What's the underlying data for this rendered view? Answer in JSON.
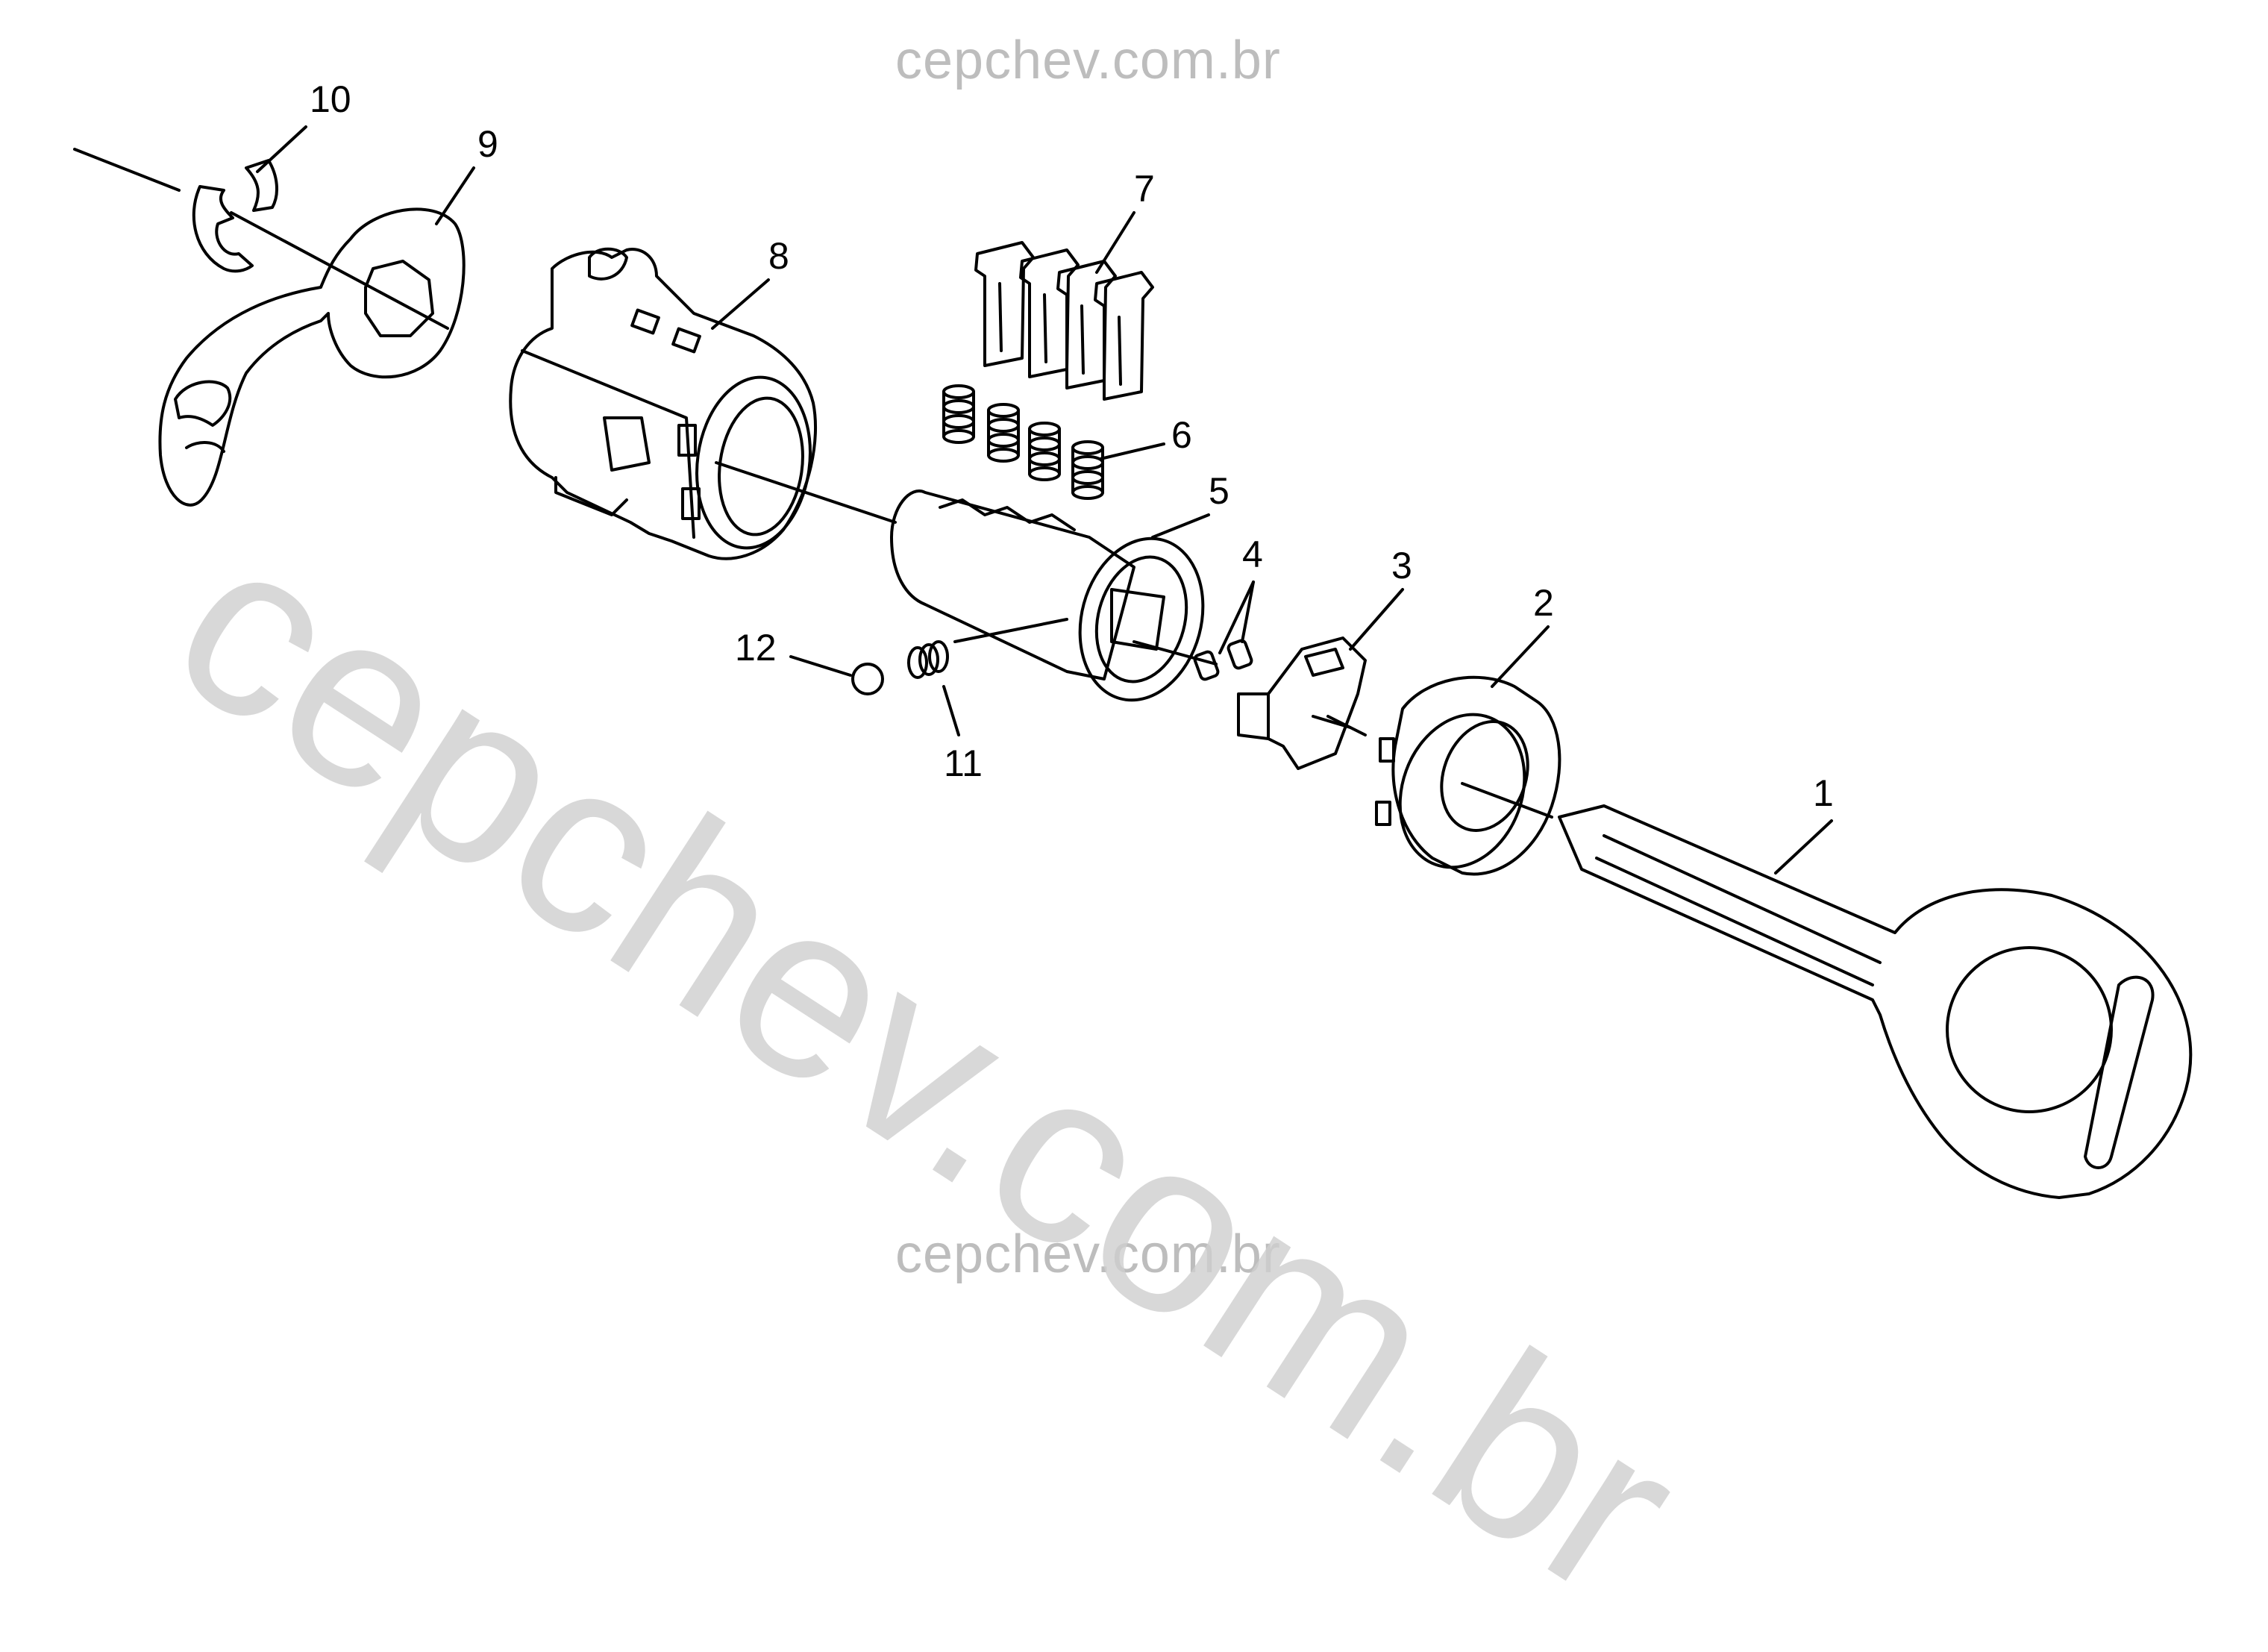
{
  "watermark": {
    "top": "cepchev.com.br",
    "bottom": "cepchev.com.br",
    "diagonal": "cepchev.com.br"
  },
  "callouts": [
    {
      "id": "1",
      "label": "1"
    },
    {
      "id": "2",
      "label": "2"
    },
    {
      "id": "3",
      "label": "3"
    },
    {
      "id": "4",
      "label": "4"
    },
    {
      "id": "5",
      "label": "5"
    },
    {
      "id": "6",
      "label": "6"
    },
    {
      "id": "7",
      "label": "7"
    },
    {
      "id": "8",
      "label": "8"
    },
    {
      "id": "9",
      "label": "9"
    },
    {
      "id": "10",
      "label": "10"
    },
    {
      "id": "11",
      "label": "11"
    },
    {
      "id": "12",
      "label": "12"
    }
  ]
}
